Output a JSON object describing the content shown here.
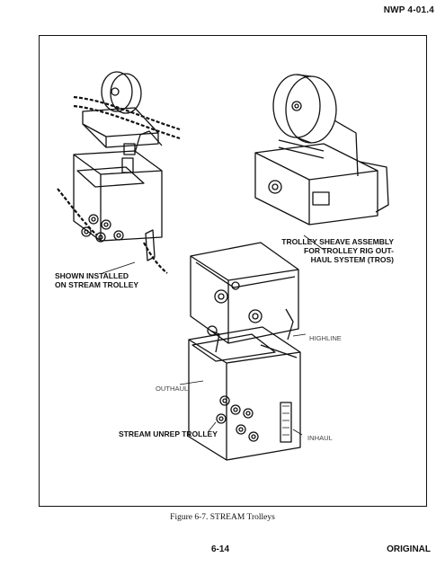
{
  "header": {
    "doc_id": "NWP 4-01.4"
  },
  "figure": {
    "labels": {
      "tros": [
        "TROLLEY SHEAVE ASSEMBLY",
        "FOR TROLLEY RIG OUT-",
        "HAUL SYSTEM (TROS)"
      ],
      "installed": [
        "SHOWN INSTALLED",
        "ON STREAM TROLLEY"
      ],
      "highline": "HIGHLINE",
      "outhaul": "OUTHAUL",
      "unrep": "STREAM UNREP TROLLEY",
      "inhaul": "INHAUL"
    },
    "caption": "Figure 6-7.  STREAM Trolleys"
  },
  "footer": {
    "page_number": "6-14",
    "status": "ORIGINAL"
  }
}
